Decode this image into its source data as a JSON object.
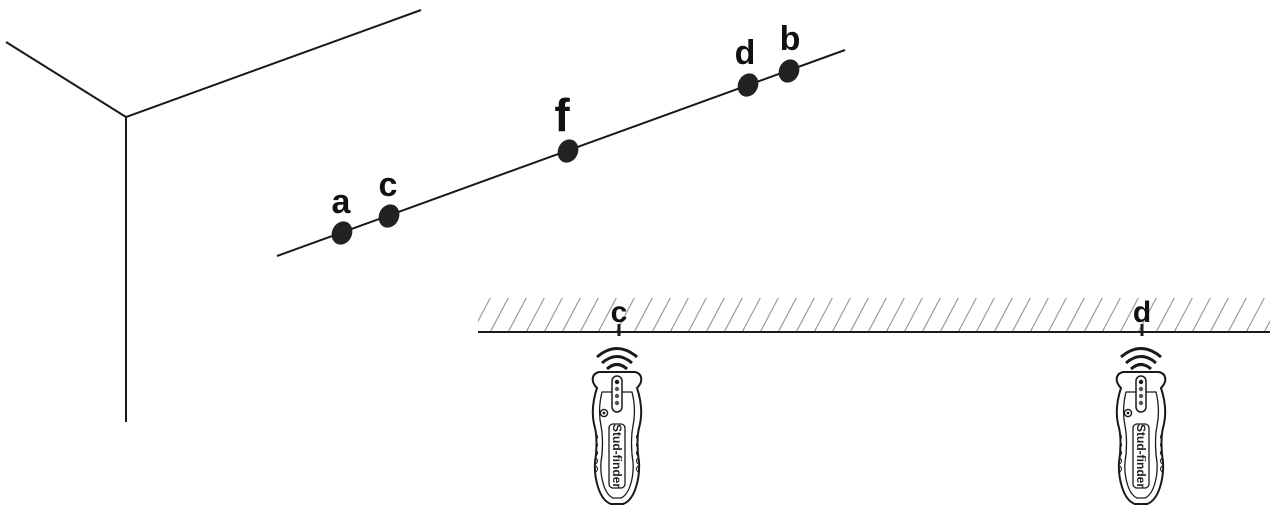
{
  "diagram": {
    "points": [
      {
        "id": "a",
        "label": "a"
      },
      {
        "id": "c",
        "label": "c"
      },
      {
        "id": "f",
        "label": "f"
      },
      {
        "id": "d",
        "label": "d"
      },
      {
        "id": "b",
        "label": "b"
      }
    ],
    "wall_markers": [
      {
        "id": "c",
        "label": "c"
      },
      {
        "id": "d",
        "label": "d"
      }
    ],
    "device": {
      "brand": "Stud-finder"
    },
    "colors": {
      "ink": "#1a1a1a",
      "hatch": "#9a9a9a",
      "device_fill": "#ffffff",
      "point_fill": "#222222"
    }
  }
}
